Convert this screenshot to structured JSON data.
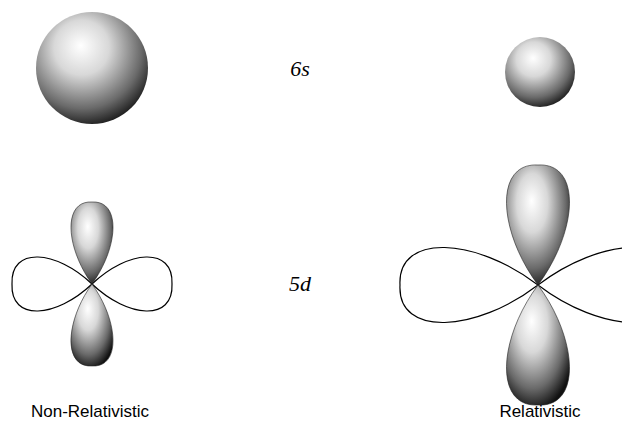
{
  "diagram": {
    "labels": [
      "6s",
      "5d",
      "Non-Relativistic",
      "Relativistic"
    ]
  }
}
